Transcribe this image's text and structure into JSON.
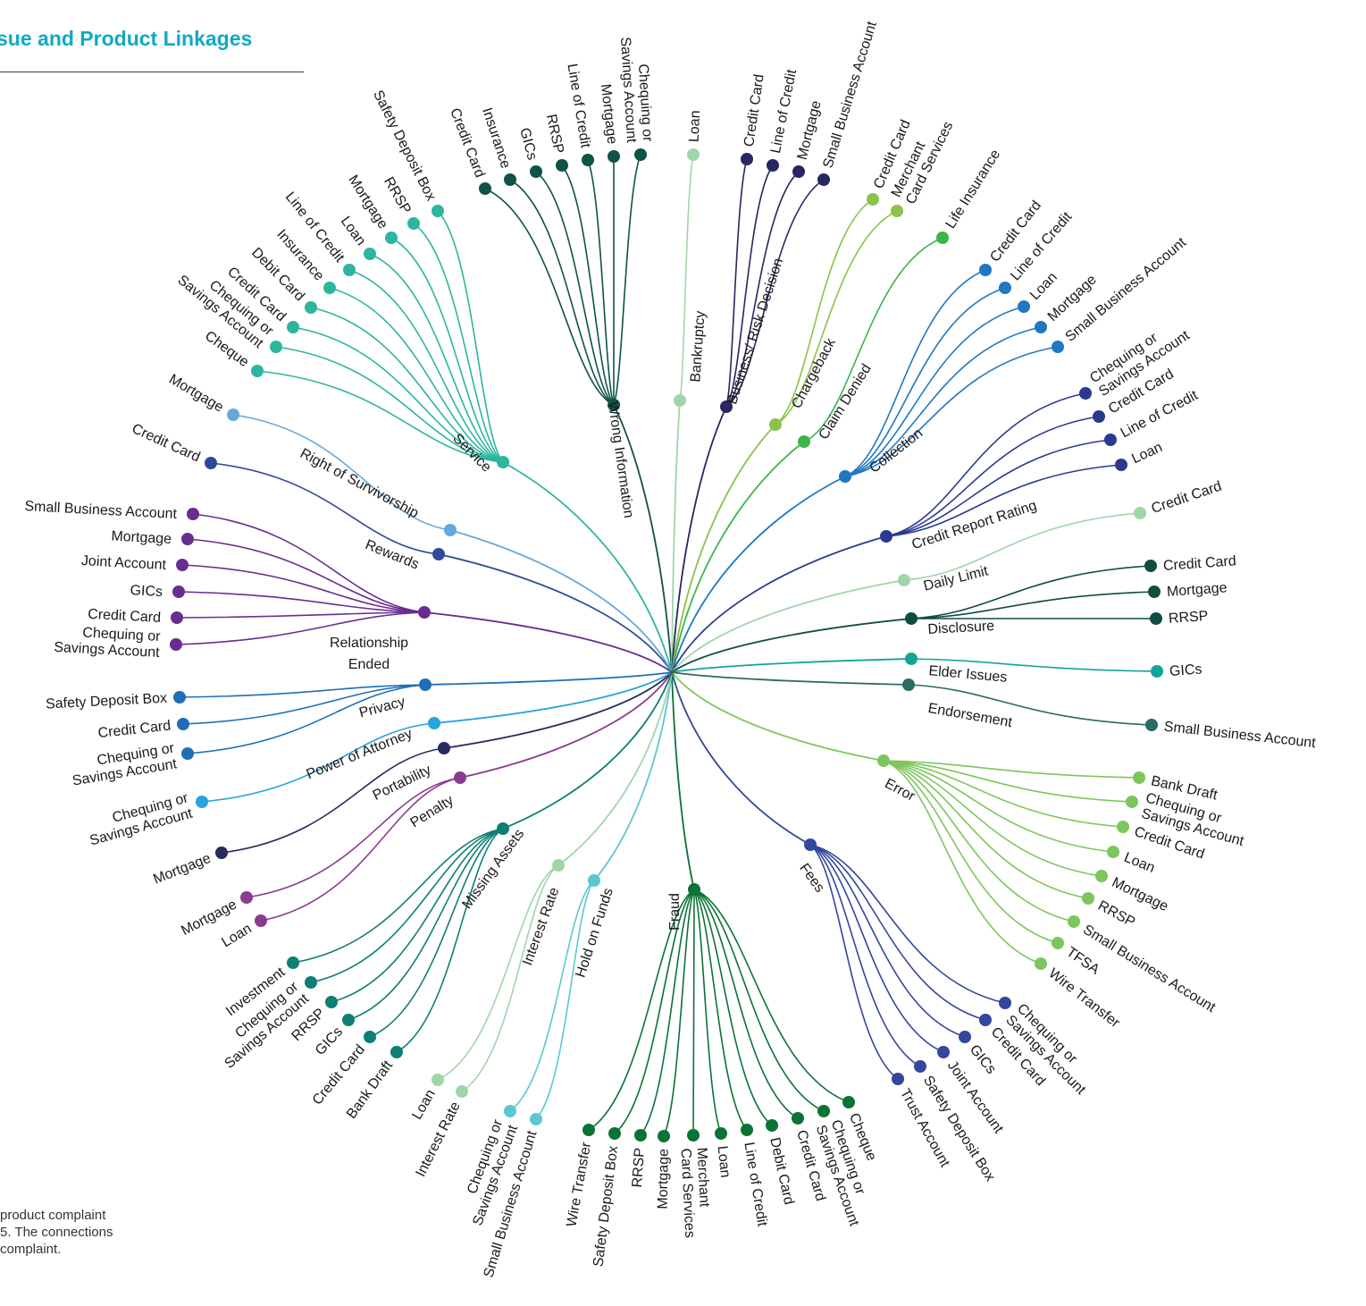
{
  "title": "sue and Product Linkages",
  "caption_lines": [
    "product complaint",
    "5. The connections",
    "complaint."
  ],
  "issues": [
    {
      "name": "Wrong Information",
      "color": "#0f5246",
      "products": [
        "Credit Card",
        "Insurance",
        "GICs",
        "RRSP",
        "Line of Credit",
        "Mortgage",
        "Chequing or Savings Account"
      ]
    },
    {
      "name": "Bankruptcy",
      "color": "#9fd6a9",
      "products": [
        "Loan"
      ]
    },
    {
      "name": "Business/ Risk Decision",
      "color": "#272761",
      "products": [
        "Credit Card",
        "Line of Credit",
        "Mortgage",
        "Small Business Account"
      ]
    },
    {
      "name": "Chargeback",
      "color": "#8bc34a",
      "products": [
        "Credit Card",
        "Merchant Card Services"
      ]
    },
    {
      "name": "Claim Denied",
      "color": "#3bb54a",
      "products": [
        "Life Insurance"
      ]
    },
    {
      "name": "Collection",
      "color": "#1f78c1",
      "products": [
        "Credit Card",
        "Line of Credit",
        "Loan",
        "Mortgage",
        "Small Business Account"
      ]
    },
    {
      "name": "Credit Report Rating",
      "color": "#2b3a8f",
      "products": [
        "Chequing or Savings Account",
        "Credit Card",
        "Line of Credit",
        "Loan"
      ]
    },
    {
      "name": "Daily Limit",
      "color": "#9fd6a9",
      "products": [
        "Credit Card"
      ]
    },
    {
      "name": "Disclosure",
      "color": "#0f4d42",
      "products": [
        "Credit Card",
        "Mortgage",
        "RRSP"
      ]
    },
    {
      "name": "Elder Issues",
      "color": "#14a596",
      "products": [
        "GICs"
      ]
    },
    {
      "name": "Endorsement",
      "color": "#2a6b62",
      "products": [
        "Small Business Account"
      ]
    },
    {
      "name": "Error",
      "color": "#7dc65c",
      "products": [
        "Bank Draft",
        "Chequing or Savings Account",
        "Credit Card",
        "Loan",
        "Mortgage",
        "RRSP",
        "Small Business Account",
        "TFSA",
        "Wire Transfer"
      ]
    },
    {
      "name": "Fees",
      "color": "#33479c",
      "products": [
        "Chequing or Savings Account",
        "Credit Card",
        "GICs",
        "Joint Account",
        "Safety Deposit Box",
        "Trust Account"
      ]
    },
    {
      "name": "Fraud",
      "color": "#0b7335",
      "products": [
        "Cheque",
        "Chequing or Savings Account",
        "Credit Card",
        "Debit Card",
        "Line of Credit",
        "Loan",
        "Merchant Card Services",
        "Mortgage",
        "RRSP",
        "Safety Deposit Box",
        "Wire Transfer"
      ]
    },
    {
      "name": "Hold on Funds",
      "color": "#5cc7cf",
      "products": [
        "Small Business Account",
        "Chequing or Savings Account"
      ]
    },
    {
      "name": "Interest Rate",
      "color": "#9fd6a9",
      "products": [
        "Interest Rate",
        "Loan"
      ]
    },
    {
      "name": "Missing Assets",
      "color": "#0d7f73",
      "products": [
        "Bank Draft",
        "Credit Card",
        "GICs",
        "RRSP",
        "Chequing or Savings Account",
        "Investment"
      ]
    },
    {
      "name": "Penalty",
      "color": "#8b3c8f",
      "products": [
        "Loan",
        "Mortgage"
      ]
    },
    {
      "name": "Portability",
      "color": "#292a5e",
      "products": [
        "Mortgage"
      ]
    },
    {
      "name": "Power of Attorney",
      "color": "#27a3dd",
      "products": [
        "Chequing or Savings Account"
      ]
    },
    {
      "name": "Privacy",
      "color": "#1f6fb5",
      "products": [
        "Chequing or Savings Account",
        "Credit Card",
        "Safety Deposit Box"
      ]
    },
    {
      "name": "Relationship Ended",
      "color": "#6a2d8f",
      "products": [
        "Chequing or Savings Account",
        "Credit Card",
        "GICs",
        "Joint Account",
        "Mortgage",
        "Small Business Account"
      ]
    },
    {
      "name": "Rewards",
      "color": "#2e4a97",
      "products": [
        "Credit Card"
      ]
    },
    {
      "name": "Right of Survivorship",
      "color": "#66a8d9",
      "products": [
        "Mortgage"
      ]
    },
    {
      "name": "Service",
      "color": "#2db5a0",
      "products": [
        "Cheque",
        "Chequing or Savings Account",
        "Credit Card",
        "Debit Card",
        "Insurance",
        "Line of Credit",
        "Loan",
        "Mortgage",
        "RRSP",
        "Safety Deposit Box"
      ]
    }
  ]
}
